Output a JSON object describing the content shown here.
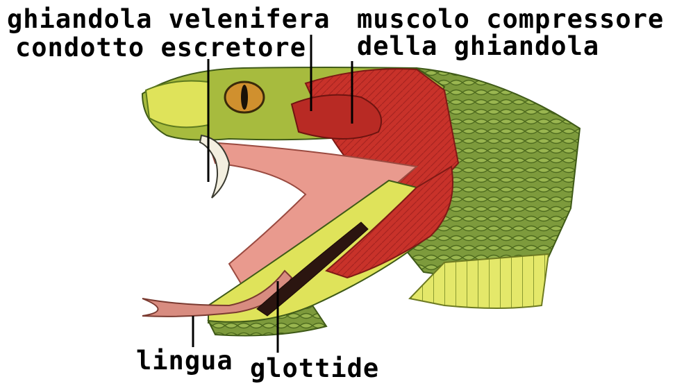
{
  "labels": {
    "venom_gland": "ghiandola velenifera",
    "excretory_duct": "condotto escretore",
    "compressor_muscle_line1": "muscolo compressore",
    "compressor_muscle_line2": "della ghiandola",
    "tongue": "lingua",
    "glottis": "glottide"
  },
  "colors": {
    "scales_green": "#7d9a3c",
    "scales_dark": "#4d6a1e",
    "scales_yellow": "#dfe35a",
    "muscle_red": "#c8322a",
    "muscle_dark": "#8e1d18",
    "mouth_pink": "#e99a8e",
    "fang_white": "#f3efe0",
    "eye_orange": "#d0902e"
  }
}
